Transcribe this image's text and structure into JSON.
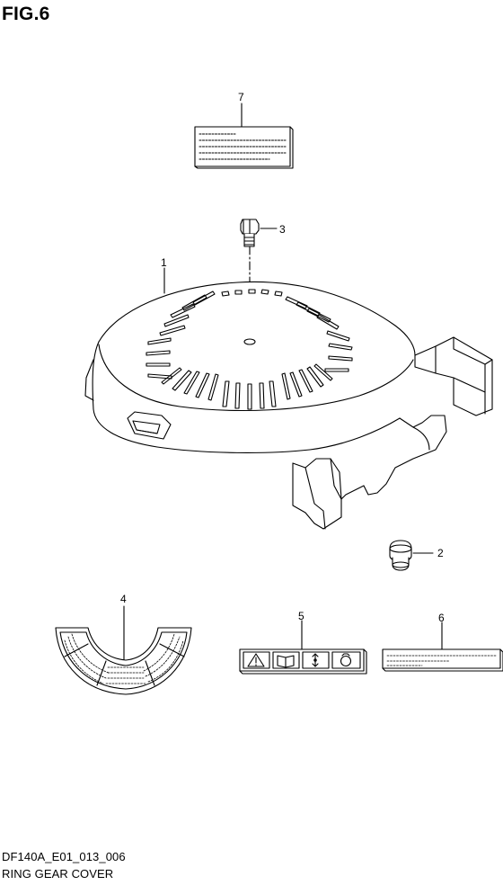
{
  "figure": {
    "title": "FIG.6",
    "code": "DF140A_E01_013_006",
    "caption": "RING GEAR COVER"
  },
  "callouts": [
    {
      "id": "1"
    },
    {
      "id": "2"
    },
    {
      "id": "3"
    },
    {
      "id": "4"
    },
    {
      "id": "5"
    },
    {
      "id": "6"
    },
    {
      "id": "7"
    }
  ],
  "icons": [
    "warning-triangle-icon",
    "manual-book-icon",
    "arrow-updown-icon",
    "fuel-cap-icon"
  ]
}
